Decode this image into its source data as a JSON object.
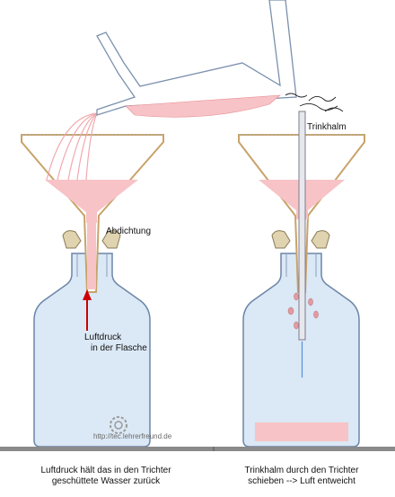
{
  "labels": {
    "sealing": "Abdichtung",
    "air_pressure_line1": "Luftdruck",
    "air_pressure_line2": "in der Flasche",
    "straw": "Trinkhalm",
    "watermark": "http://tec.lehrerfreund.de"
  },
  "captions": {
    "left_line1": "Luftdruck hält das in den Trichter",
    "left_line2": "geschüttete Wasser zurück",
    "right_line1": "Trinkhalm durch den Trichter",
    "right_line2": "schieben --> Luft entweicht"
  },
  "colors": {
    "water": "#f7c3c6",
    "water_stroke": "#e88f95",
    "bottle_fill": "#dbe8f5",
    "bottle_stroke": "#6b86a8",
    "funnel": "#c8a36a",
    "arrow": "#cc0000",
    "table": "#8a8a8a",
    "straw": "#b9b9c4"
  }
}
